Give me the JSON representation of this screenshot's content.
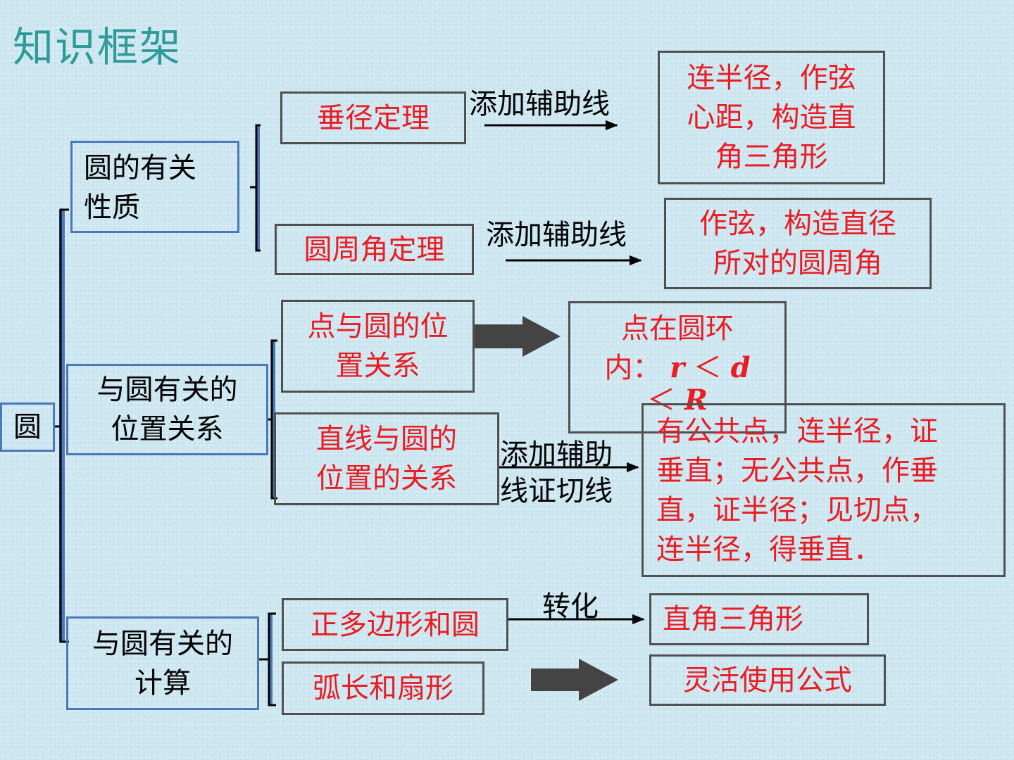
{
  "title": "知识框架",
  "root": "圆",
  "categories": {
    "properties": [
      "圆的有关",
      "性质"
    ],
    "position": [
      "与圆有关的",
      "位置关系"
    ],
    "calculation": [
      "与圆有关的",
      "计算"
    ]
  },
  "topics": {
    "perpendicular_diameter": "垂径定理",
    "inscribed_angle": "圆周角定理",
    "point_circle": [
      "点与圆的位",
      "置关系"
    ],
    "line_circle": [
      "直线与圆的",
      "位置的关系"
    ],
    "regular_polygon": "正多边形和圆",
    "arc_sector": "弧长和扇形"
  },
  "connectors": {
    "aux_line_1": "添加辅助线",
    "aux_line_2": "添加辅助线",
    "aux_tangent": [
      "添加辅助",
      "线证切线"
    ],
    "transform": "转化"
  },
  "results": {
    "radius_chord": [
      "连半径，作弦",
      "心距，构造直",
      "角三角形"
    ],
    "chord_diameter": [
      "作弦，构造直径",
      "所对的圆周角"
    ],
    "annulus": {
      "line1": "点在圆环",
      "prefix": "内：",
      "r": "r",
      "lt1": "＜",
      "d": "d",
      "lt2": "＜",
      "R": "R"
    },
    "tangent_method": [
      "有公共点，连半径，证",
      "垂直；无公共点，作垂",
      "直，证半径；见切点，",
      "连半径，得垂直．"
    ],
    "right_triangle": "直角三角形",
    "use_formula": "灵活使用公式"
  }
}
